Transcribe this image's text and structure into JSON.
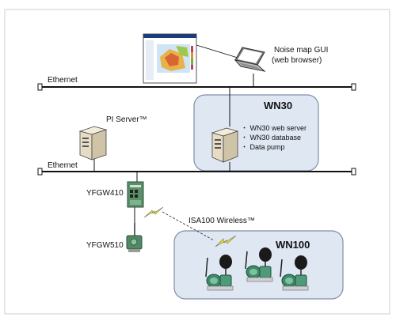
{
  "diagram": {
    "gui": {
      "label_line1": "Noise map GUI",
      "label_line2": "(web browser)"
    },
    "ethernet_top": {
      "label": "Ethernet"
    },
    "ethernet_bottom": {
      "label": "Ethernet"
    },
    "pi_server": {
      "label": "PI Server™"
    },
    "wn30": {
      "title": "WN30",
      "bullets": [
        "・ WN30 web server",
        "・ WN30 database",
        "・ Data pump"
      ]
    },
    "yfgw410": {
      "label": "YFGW410"
    },
    "yfgw510": {
      "label": "YFGW510"
    },
    "isa100": {
      "label": "ISA100 Wireless™"
    },
    "wn100": {
      "title": "WN100"
    }
  },
  "colors": {
    "bubble_fill": "#dfe7f3",
    "bubble_stroke": "#7f8ea6",
    "bus_line": "#111111",
    "lightning": "#f2e200",
    "device_green": "#3c8a6a",
    "gateway_green": "#5a8f6a",
    "server_beige": "#e6dcc6"
  }
}
